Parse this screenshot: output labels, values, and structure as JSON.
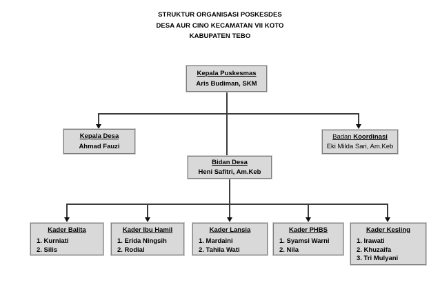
{
  "page": {
    "title_lines": [
      "STRUKTUR ORGANISASI POSKESDES",
      "DESA AUR CINO KECAMATAN VII KOTO",
      "KABUPATEN TEBO"
    ]
  },
  "colors": {
    "background": "#ffffff",
    "node_fill": "#d9d9d9",
    "node_border": "#7d7d7d",
    "connector_line": "#3c3c3c",
    "text": "#000000"
  },
  "org": {
    "kepala_puskesmas": {
      "title": "Kepala Puskesmas",
      "name": "Aris Budiman, SKM"
    },
    "kepala_desa": {
      "title": "Kepala Desa",
      "name": "Ahmad Fauzi"
    },
    "badan_koordinasi": {
      "title_regular": "Badan",
      "title_bold": "Koordinasi",
      "name": "Eki Milda Sari, Am.Keb"
    },
    "bidan_desa": {
      "title": "Bidan Desa",
      "name": "Heni Safitri, Am.Keb"
    },
    "kaders": [
      {
        "title": "Kader Balita",
        "items": [
          "1. Kurniati",
          "2. Silis"
        ]
      },
      {
        "title": "Kader Ibu Hamil",
        "items": [
          "1. Erida Ningsih",
          "2. Rodial"
        ]
      },
      {
        "title": "Kader Lansia",
        "items": [
          "1. Mardaini",
          "2. Tahila Wati"
        ]
      },
      {
        "title": "Kader PHBS",
        "items": [
          "1. Syamsi Warni",
          "2. Nila"
        ]
      },
      {
        "title": "Kader Kesling",
        "items": [
          "1. Irawati",
          "2. Khuzaifa",
          "3. Tri Mulyani"
        ]
      }
    ]
  }
}
